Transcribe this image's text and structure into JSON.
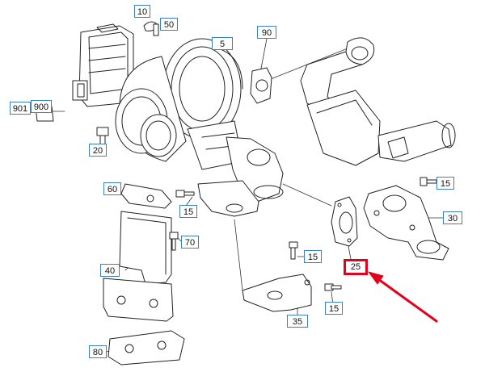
{
  "diagram": {
    "highlight_color": "#e3001b",
    "callout_border_color": "#3b7fc4",
    "line_color": "#222222",
    "callouts": {
      "c10": "10",
      "c50": "50",
      "c5": "5",
      "c90": "90",
      "c901": "901",
      "c900": "900",
      "c20": "20",
      "c60": "60",
      "c15a": "15",
      "c15b": "15",
      "c15c": "15",
      "c15d": "15",
      "c30": "30",
      "c70": "70",
      "c40": "40",
      "c25": "25",
      "c35": "35",
      "c80": "80"
    },
    "highlighted_part": "25"
  }
}
